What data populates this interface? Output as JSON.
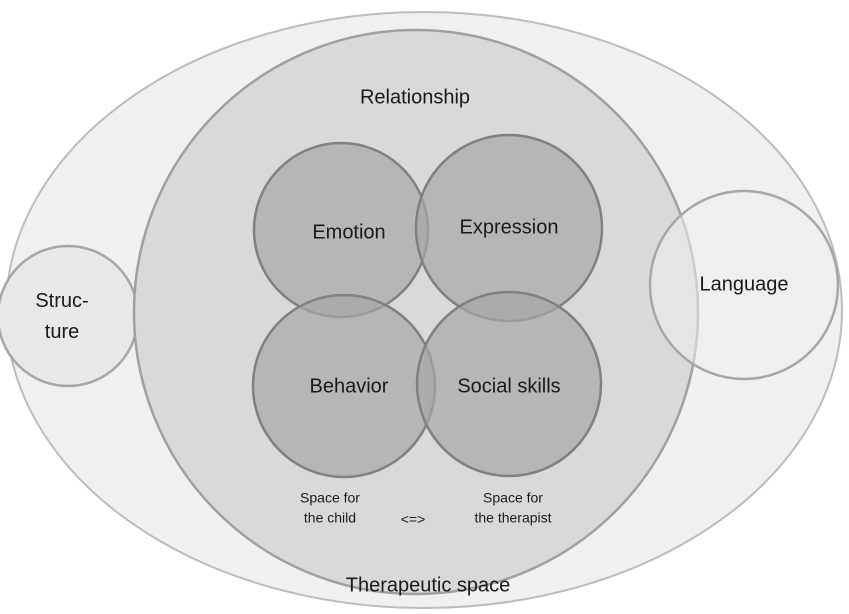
{
  "diagram": {
    "outer_label": "Therapeutic space",
    "relationship_label": "Relationship",
    "circles": {
      "emotion": "Emotion",
      "expression": "Expression",
      "behavior": "Behavior",
      "social_skills": "Social skills"
    },
    "structure": {
      "line1": "Struc-",
      "line2": "ture"
    },
    "language": "Language",
    "space_child": {
      "line1": "Space for",
      "line2": "the child"
    },
    "arrow": "<=>",
    "space_therapist": {
      "line1": "Space for",
      "line2": "the therapist"
    },
    "colors": {
      "outer_fill": "#f0f0f0",
      "relationship_fill": "#d9d9d9",
      "inner_circle_fill": "#a6a6a6",
      "side_circle_fill": "#e8e8e8",
      "stroke": "#999999",
      "inner_stroke": "#808080"
    }
  }
}
